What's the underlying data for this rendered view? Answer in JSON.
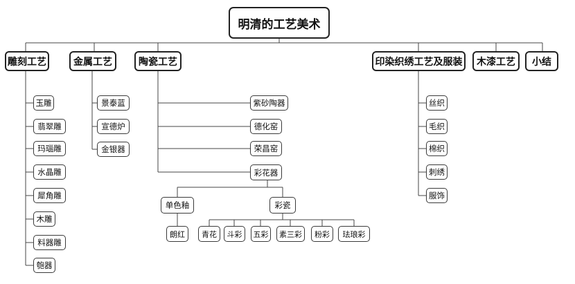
{
  "root": "明清的工艺美术",
  "categories": {
    "carving": {
      "label": "雕刻工艺",
      "items": [
        "玉雕",
        "翡翠雕",
        "玛瑙雕",
        "水晶雕",
        "犀角雕",
        "木雕",
        "料器雕",
        "匏器"
      ]
    },
    "metal": {
      "label": "金属工艺",
      "items": [
        "景泰蓝",
        "宣德炉",
        "金银器"
      ]
    },
    "ceramics": {
      "label": "陶瓷工艺",
      "items": [
        "紫砂陶器",
        "德化窑",
        "荣昌窑",
        "彩花器"
      ],
      "decorated": {
        "monochrome": {
          "label": "单色釉",
          "items": [
            "朗红"
          ]
        },
        "colored": {
          "label": "彩瓷",
          "items": [
            "青花",
            "斗彩",
            "五彩",
            "素三彩",
            "粉彩",
            "珐琅彩"
          ]
        }
      }
    },
    "textile": {
      "label": "印染织绣工艺及服装",
      "items": [
        "丝织",
        "毛织",
        "棉织",
        "刺绣",
        "服饰"
      ]
    },
    "lacquer": {
      "label": "木漆工艺"
    },
    "summary": {
      "label": "小结"
    }
  }
}
